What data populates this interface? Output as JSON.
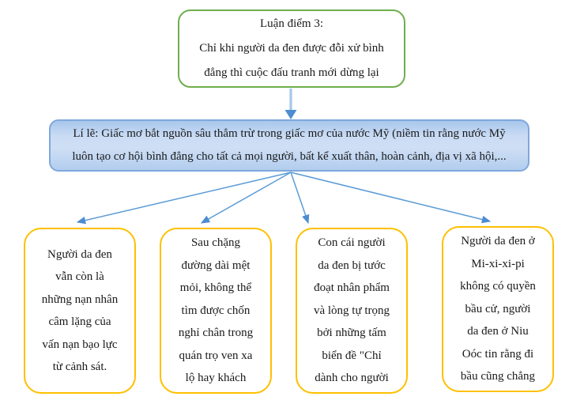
{
  "colors": {
    "point_border": "#6fae4e",
    "reason_border": "#7fa8dc",
    "reason_fill": "#c4d7f0",
    "evidence_border": "#ffc000",
    "arrow_line": "#5b9bd5",
    "arrow_head": "#4d8cd1"
  },
  "point_box": {
    "lines": [
      "Luận điểm 3:",
      "Chỉ khi người da đen được đỗi xử bình",
      "đẳng thì cuộc đấu tranh mới dừng lại"
    ]
  },
  "reason_box": {
    "lines": [
      "Lí lẽ: Giấc mơ bắt nguồn sâu thẳm trừ trong giấc mơ của nước Mỹ (niềm tin rằng nước Mỹ",
      "luôn tạo cơ hội bình đẳng cho tất cả mọi người, bất kể xuất thân, hoàn cảnh, địa vị xã hội,..."
    ]
  },
  "evidence_boxes": [
    {
      "lines": [
        "Người da đen",
        "vẫn còn là",
        "những nạn nhân",
        "câm lặng của",
        "vấn nạn bạo lực",
        "từ cảnh sát."
      ]
    },
    {
      "lines": [
        "Sau chặng",
        "đường dài mệt",
        "mỏi, không thể",
        "tìm được chốn",
        "nghỉ chân trong",
        "quán trọ ven xa",
        "lộ hay khách"
      ]
    },
    {
      "lines": [
        "Con cái người",
        "da đen bị tước",
        "đoạt nhân phẩm",
        "và lòng tự trọng",
        "bởi những tấm",
        "biển đề \"Chỉ",
        "dành cho người"
      ]
    },
    {
      "lines": [
        "Người da đen ở",
        "Mi-xi-xi-pi",
        "không có quyền",
        "bầu cử, người",
        "da đen ở Niu",
        "Oóc tin rằng đi",
        "bầu cũng chẳng"
      ]
    }
  ]
}
